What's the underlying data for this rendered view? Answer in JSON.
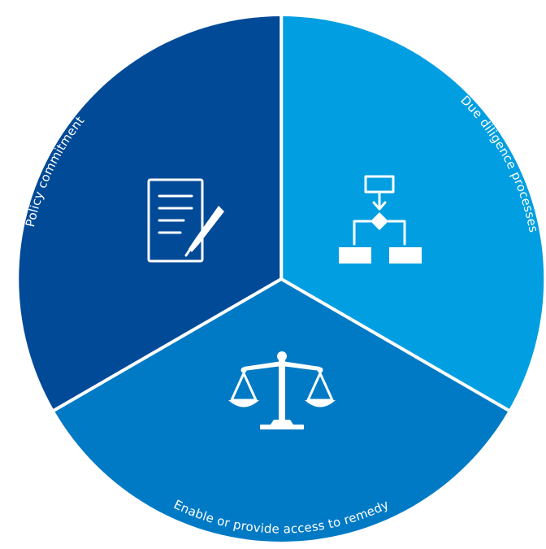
{
  "segments": [
    {
      "id": "policy",
      "label": "Policy commitment",
      "color": "#004a97",
      "icon": "document-pen-icon"
    },
    {
      "id": "due",
      "label": "Due diligence processes",
      "color": "#019fe1",
      "icon": "flowchart-icon"
    },
    {
      "id": "remedy",
      "label": "Enable or provide access to remedy",
      "color": "#017ac6",
      "icon": "scales-of-justice-icon"
    }
  ],
  "separator_color": "#ffffff"
}
